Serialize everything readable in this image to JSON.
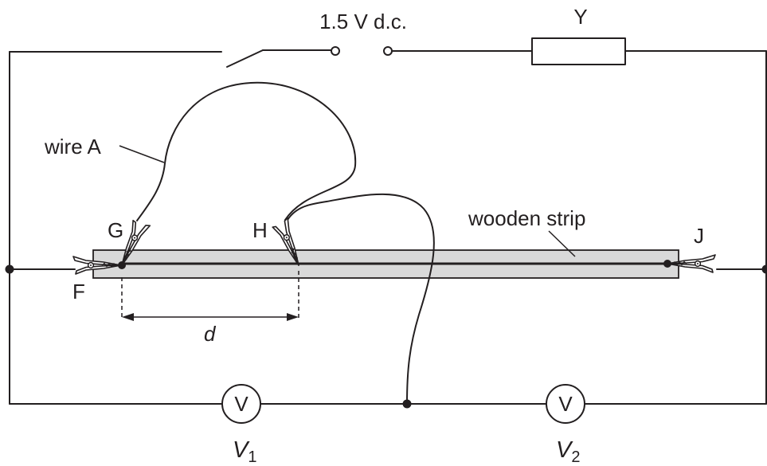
{
  "supply": {
    "label": "1.5 V d.c."
  },
  "resistor": {
    "label": "Y"
  },
  "wire": {
    "label": "wire A"
  },
  "clips": {
    "G": "G",
    "H": "H",
    "F": "F",
    "J": "J"
  },
  "strip": {
    "label": "wooden strip"
  },
  "distance": {
    "label": "d"
  },
  "voltmeters": [
    {
      "symbol": "V",
      "name": "V",
      "subscript": "1"
    },
    {
      "symbol": "V",
      "name": "V",
      "subscript": "2"
    }
  ],
  "colors": {
    "line": "#231f20",
    "strip": "#d9d9d9",
    "background": "#ffffff"
  }
}
